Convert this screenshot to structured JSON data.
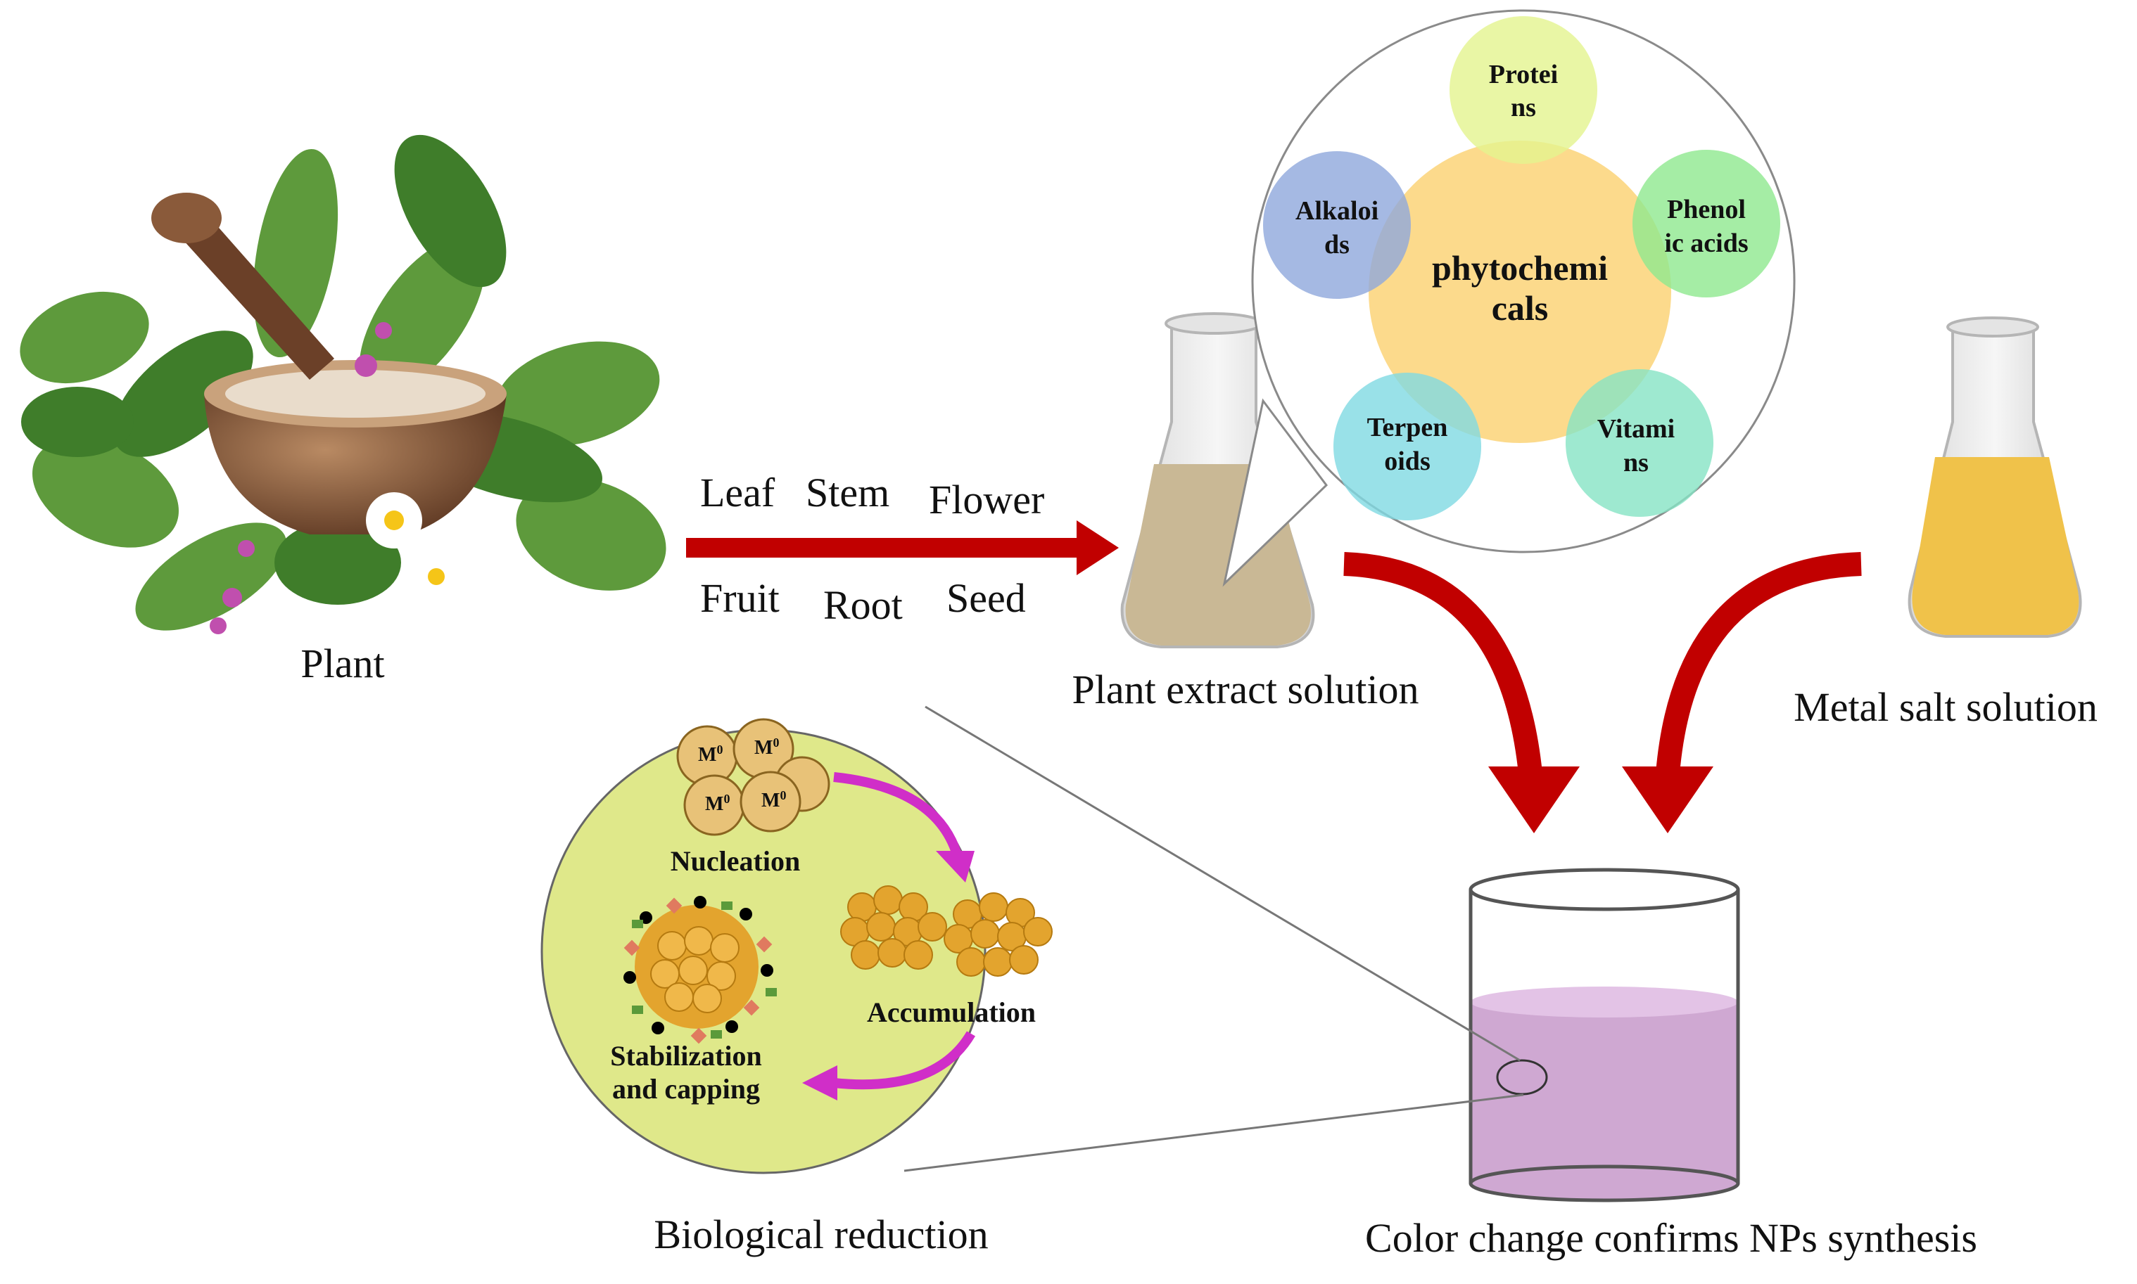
{
  "plant": {
    "label": "Plant"
  },
  "parts": {
    "row1": [
      "Leaf",
      "Stem",
      "Flower"
    ],
    "row2": [
      "Fruit",
      "Root",
      "Seed"
    ]
  },
  "extract": {
    "label": "Plant extract solution",
    "liquid_color": "#c9b895"
  },
  "metal": {
    "label": "Metal salt solution",
    "liquid_color": "#f0c24a"
  },
  "phytochemicals": {
    "center": [
      "phytochemi",
      "cals"
    ],
    "center_color": "#fcd680",
    "items": [
      {
        "lines": [
          "Protei",
          "ns"
        ],
        "color": "#e3f48f"
      },
      {
        "lines": [
          "Phenol",
          "ic acids"
        ],
        "color": "#8ee98e"
      },
      {
        "lines": [
          "Vitami",
          "ns"
        ],
        "color": "#86e3c4"
      },
      {
        "lines": [
          "Terpen",
          "oids"
        ],
        "color": "#7fd9e2"
      },
      {
        "lines": [
          "Alkaloi",
          "ds"
        ],
        "color": "#8fa7dc"
      }
    ]
  },
  "reduction": {
    "label": "Biological reduction",
    "circle_color": "#dfe88a",
    "nucleation": "Nucleation",
    "atom": "M",
    "atom_sup": "0",
    "accumulation": "Accumulation",
    "stabilization": [
      "Stabilization",
      "and capping"
    ]
  },
  "beaker": {
    "label": "Color change confirms NPs synthesis",
    "liquid_color": "#cfa8d2"
  },
  "colors": {
    "arrow": "#c10000",
    "magenta_arrow": "#d02ec8",
    "particle": "#e3a42e"
  }
}
